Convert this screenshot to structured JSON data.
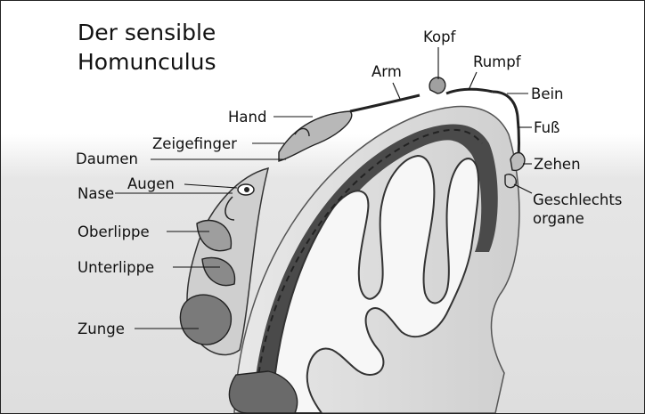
{
  "title": {
    "line1": "Der sensible",
    "line2": "Homunculus"
  },
  "labels": {
    "kopf": "Kopf",
    "rumpf": "Rumpf",
    "arm": "Arm",
    "bein": "Bein",
    "hand": "Hand",
    "fuss": "Fuß",
    "zeigefinger": "Zeigefinger",
    "daumen": "Daumen",
    "zehen": "Zehen",
    "augen": "Augen",
    "nase": "Nase",
    "geschlechtsorgane_1": "Geschlechts",
    "geschlechtsorgane_2": "organe",
    "oberlippe": "Oberlippe",
    "unterlippe": "Unterlippe",
    "zunge": "Zunge"
  },
  "colors": {
    "cortex_band": "#4a4a4a",
    "white_matter": "#f7f7f7",
    "skin_shade": "#bdbdbd",
    "text": "#111111"
  }
}
